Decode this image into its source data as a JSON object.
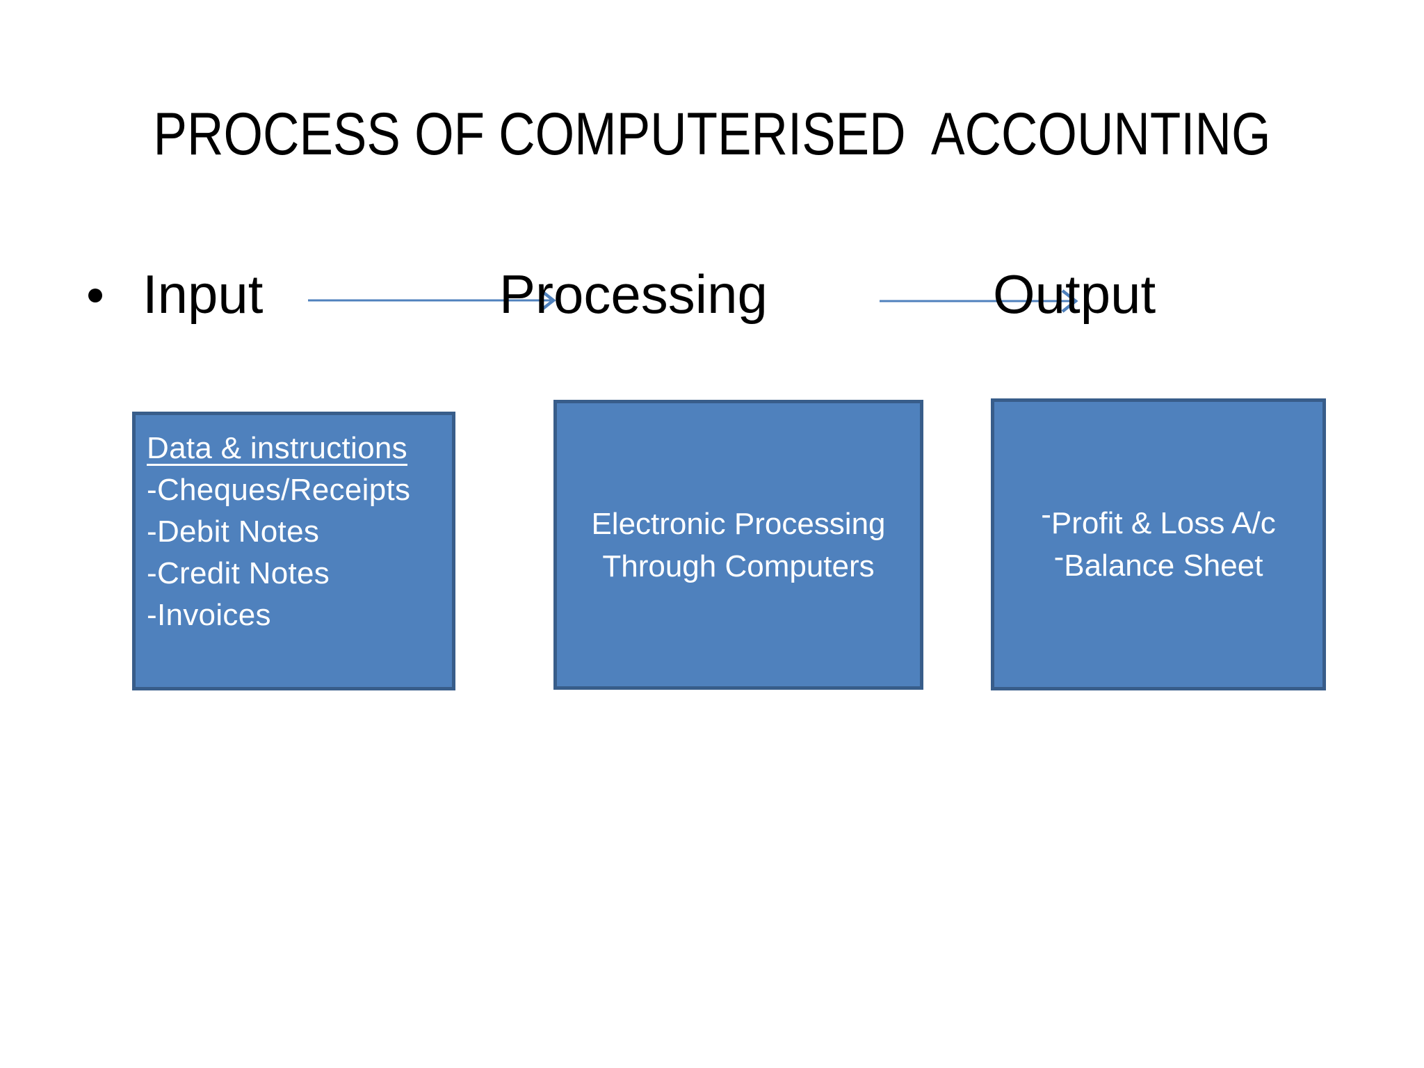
{
  "slide": {
    "title": "PROCESS OF COMPUTERISED  ACCOUNTING",
    "flow": {
      "steps": [
        "Input",
        "Processing",
        "Output"
      ]
    },
    "boxes": {
      "input": {
        "heading": "Data & instructions",
        "items": [
          "-Cheques/Receipts",
          "-Debit Notes",
          "-Credit Notes",
          "-Invoices"
        ]
      },
      "processing": {
        "lines": [
          "Electronic Processing",
          "Through Computers"
        ]
      },
      "output": {
        "dash": "-",
        "items": [
          "Profit & Loss A/c",
          "Balance Sheet"
        ]
      }
    },
    "icons": {
      "bullet": "filled-circle",
      "arrow": "right-open-arrow"
    },
    "colors": {
      "background": "#ffffff",
      "box_fill": "#4f81bd",
      "box_border": "#385d8a",
      "arrow": "#4f81bd",
      "text_dark": "#000000",
      "text_light": "#ffffff"
    }
  }
}
